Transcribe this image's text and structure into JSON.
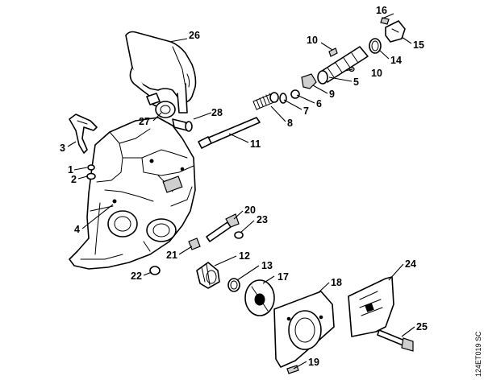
{
  "diagram": {
    "drawing_code": "124ET019 SC",
    "callouts": [
      {
        "id": "c1",
        "text": "1"
      },
      {
        "id": "c2",
        "text": "2"
      },
      {
        "id": "c3",
        "text": "3"
      },
      {
        "id": "c4",
        "text": "4"
      },
      {
        "id": "c5",
        "text": "5"
      },
      {
        "id": "c6",
        "text": "6"
      },
      {
        "id": "c7",
        "text": "7"
      },
      {
        "id": "c8",
        "text": "8"
      },
      {
        "id": "c9",
        "text": "9"
      },
      {
        "id": "c10a",
        "text": "10"
      },
      {
        "id": "c10b",
        "text": "10"
      },
      {
        "id": "c11",
        "text": "11"
      },
      {
        "id": "c12",
        "text": "12"
      },
      {
        "id": "c13",
        "text": "13"
      },
      {
        "id": "c14",
        "text": "14"
      },
      {
        "id": "c15",
        "text": "15"
      },
      {
        "id": "c16",
        "text": "16"
      },
      {
        "id": "c17",
        "text": "17"
      },
      {
        "id": "c18",
        "text": "18"
      },
      {
        "id": "c19",
        "text": "19"
      },
      {
        "id": "c20",
        "text": "20"
      },
      {
        "id": "c21",
        "text": "21"
      },
      {
        "id": "c22",
        "text": "22"
      },
      {
        "id": "c23",
        "text": "23"
      },
      {
        "id": "c24",
        "text": "24"
      },
      {
        "id": "c25",
        "text": "25"
      },
      {
        "id": "c26",
        "text": "26"
      },
      {
        "id": "c27",
        "text": "27"
      },
      {
        "id": "c28",
        "text": "28"
      }
    ]
  }
}
